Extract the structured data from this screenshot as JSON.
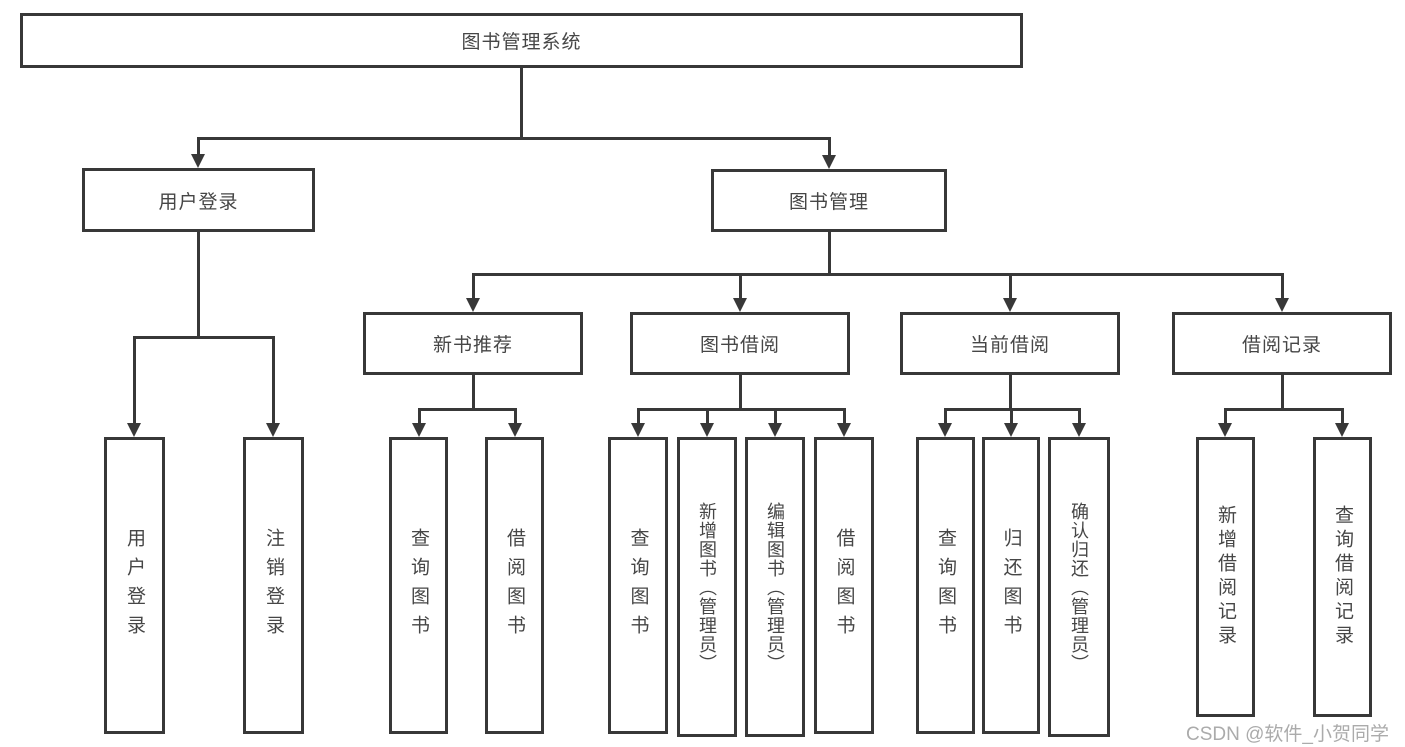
{
  "tree": {
    "label": "图书管理系统",
    "children": [
      {
        "label": "用户登录",
        "children": [
          {
            "label": "用户登录"
          },
          {
            "label": "注销登录"
          }
        ]
      },
      {
        "label": "图书管理",
        "children": [
          {
            "label": "新书推荐",
            "children": [
              {
                "label": "查询图书"
              },
              {
                "label": "借阅图书"
              }
            ]
          },
          {
            "label": "图书借阅",
            "children": [
              {
                "label": "查询图书"
              },
              {
                "label": "新增图书（管理员）"
              },
              {
                "label": "编辑图书（管理员）"
              },
              {
                "label": "借阅图书"
              }
            ]
          },
          {
            "label": "当前借阅",
            "children": [
              {
                "label": "查询图书"
              },
              {
                "label": "归还图书"
              },
              {
                "label": "确认归还（管理员）"
              }
            ]
          },
          {
            "label": "借阅记录",
            "children": [
              {
                "label": "新增借阅记录"
              },
              {
                "label": "查询借阅记录"
              }
            ]
          }
        ]
      }
    ]
  },
  "watermark": {
    "text": "CSDN @软件_小贺同学"
  },
  "colors": {
    "line": "#383838",
    "box_border": "#383838",
    "text": "#464646",
    "watermark": "#ababab",
    "background": "#ffffff"
  }
}
